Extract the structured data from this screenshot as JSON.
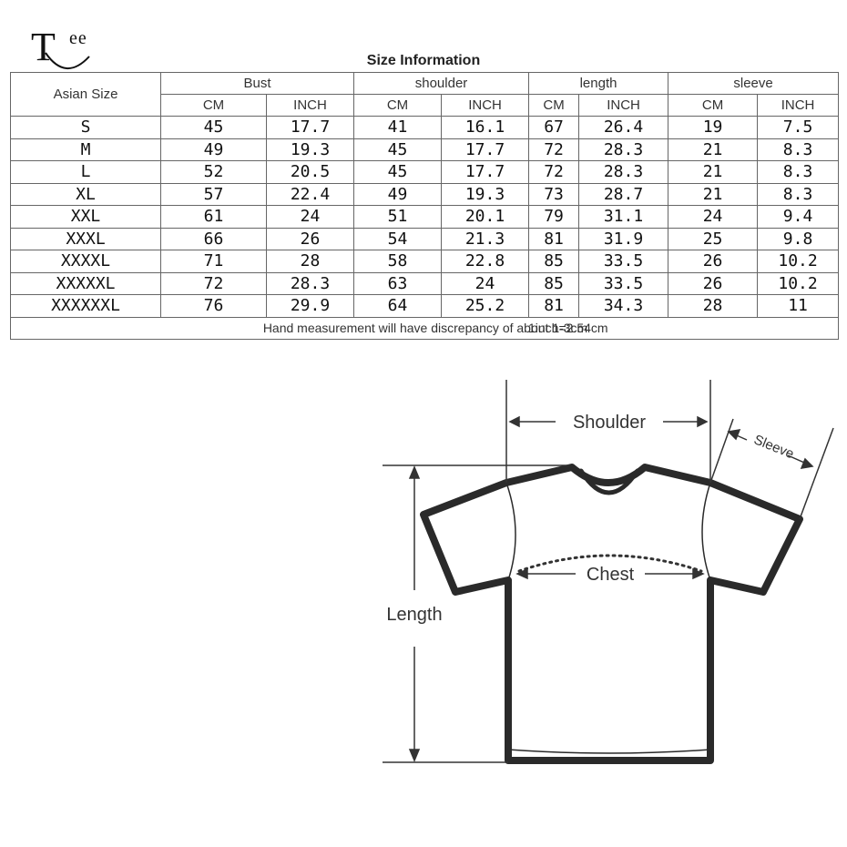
{
  "logo": {
    "t": "T",
    "ee": "ee"
  },
  "title": "Size Information",
  "table": {
    "size_header": "Asian Size",
    "groups": [
      "Bust",
      "shoulder",
      "length",
      "sleeve"
    ],
    "unit_cm": "CM",
    "unit_inch": "INCH",
    "rows": [
      [
        "S",
        "45",
        "17.7",
        "41",
        "16.1",
        "67",
        "26.4",
        "19",
        "7.5"
      ],
      [
        "M",
        "49",
        "19.3",
        "45",
        "17.7",
        "72",
        "28.3",
        "21",
        "8.3"
      ],
      [
        "L",
        "52",
        "20.5",
        "45",
        "17.7",
        "72",
        "28.3",
        "21",
        "8.3"
      ],
      [
        "XL",
        "57",
        "22.4",
        "49",
        "19.3",
        "73",
        "28.7",
        "21",
        "8.3"
      ],
      [
        "XXL",
        "61",
        "24",
        "51",
        "20.1",
        "79",
        "31.1",
        "24",
        "9.4"
      ],
      [
        "XXXL",
        "66",
        "26",
        "54",
        "21.3",
        "81",
        "31.9",
        "25",
        "9.8"
      ],
      [
        "XXXXL",
        "71",
        "28",
        "58",
        "22.8",
        "85",
        "33.5",
        "26",
        "10.2"
      ],
      [
        "XXXXXL",
        "72",
        "28.3",
        "63",
        "24",
        "85",
        "33.5",
        "26",
        "10.2"
      ],
      [
        "XXXXXXL",
        "76",
        "29.9",
        "64",
        "25.2",
        "81",
        "34.3",
        "28",
        "11"
      ]
    ],
    "note": "Hand measurement will have discrepancy of about 1-3cm",
    "conversion": "1inch=2.54cm"
  },
  "diagram": {
    "shoulder": "Shoulder",
    "sleeve": "Sleeve",
    "chest": "Chest",
    "length": "Length"
  }
}
